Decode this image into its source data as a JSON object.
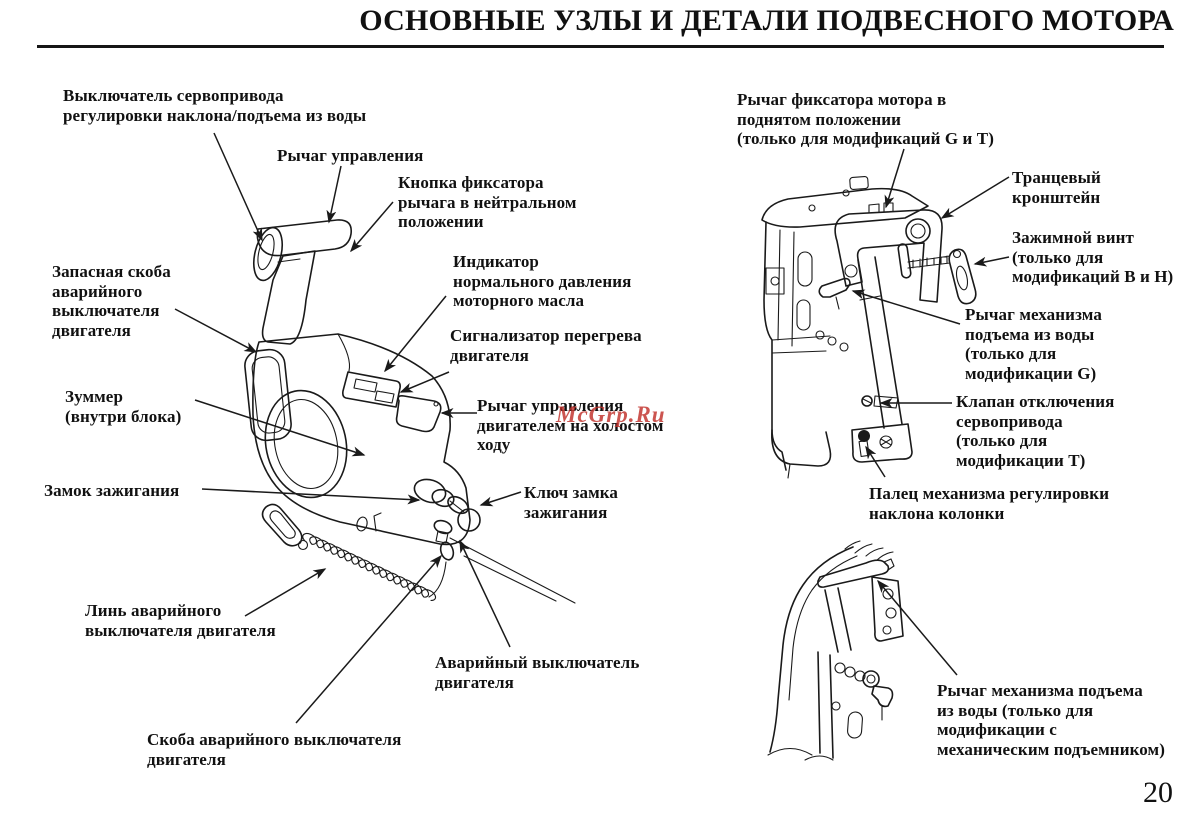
{
  "header": {
    "title": "ОСНОВНЫЕ УЗЛЫ И ДЕТАЛИ ПОДВЕСНОГО МОТОРА"
  },
  "footer": {
    "page_number": "20"
  },
  "watermark": {
    "text": "McGrp.Ru"
  },
  "colors": {
    "ink": "#1a1a1a",
    "watermark": "#c1302a",
    "background": "#ffffff"
  },
  "labels": {
    "servo_switch": {
      "text": "Выключатель сервопривода\nрегулировки наклона/подъема из воды"
    },
    "control_lever": {
      "text": "Рычаг управления"
    },
    "neutral_button": {
      "text": "Кнопка фиксатора\nрычага в нейтральном\nположении"
    },
    "spare_clip": {
      "text": "Запасная скоба\nаварийного\nвыключателя\nдвигателя"
    },
    "oil_indicator": {
      "text": "Индикатор\nнормального давления\nмоторного масла"
    },
    "overheat": {
      "text": "Сигнализатор перегрева\nдвигателя"
    },
    "buzzer": {
      "text": "Зуммер\n(внутри блока)"
    },
    "idle_lever": {
      "text": "Рычаг управления\nдвигателем на холостом\nходу"
    },
    "ignition_lock": {
      "text": "Замок зажигания"
    },
    "ignition_key": {
      "text": "Ключ замка\nзажигания"
    },
    "lanyard": {
      "text": "Линь аварийного\nвыключателя двигателя"
    },
    "kill_switch": {
      "text": "Аварийный выключатель\nдвигателя"
    },
    "kill_clip": {
      "text": "Скоба аварийного выключателя\nдвигателя"
    },
    "tilt_lock_lever": {
      "text": "Рычаг фиксатора мотора в\nподнятом положении\n(только для модификаций G и T)"
    },
    "transom_bracket": {
      "text": "Транцевый\nкронштейн"
    },
    "clamp_screw": {
      "text": "Зажимной винт\n(только для\nмодификаций B и H)"
    },
    "lift_lever_g": {
      "text": "Рычаг механизма\nподъема из воды\n(только для\nмодификации G)"
    },
    "servo_valve": {
      "text": "Клапан отключения\nсервопривода\n(только для\nмодификации T)"
    },
    "tilt_pin": {
      "text": "Палец механизма регулировки\nнаклона колонки"
    },
    "lift_lever_mech": {
      "text": "Рычаг механизма подъема\nиз воды (только для\nмодификации с\nмеханическим подъемником)"
    }
  }
}
